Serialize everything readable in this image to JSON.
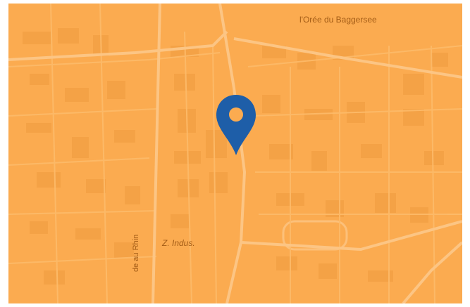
{
  "map": {
    "labels": {
      "oree": "l'Orée du Baggersee",
      "zindus": "Z. Indus.",
      "rhin": "de au Rhin"
    },
    "colors": {
      "background": "#fbab50",
      "roads": "#fdbb6a",
      "major_roads": "#fcc584",
      "buildings": "#ef9b3e",
      "marker": "#1e5ea8"
    },
    "marker_icon": "map-pin-icon"
  }
}
